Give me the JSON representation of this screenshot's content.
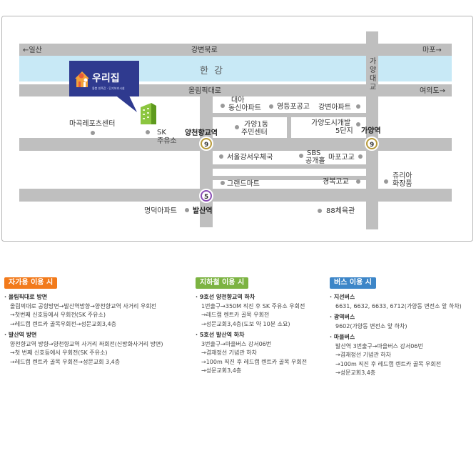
{
  "map": {
    "directions": {
      "west": "←일산",
      "east_top": "마포→",
      "east_mid": "여의도→"
    },
    "roads": {
      "north": "강변북로",
      "olympic": "올림픽대로",
      "river": "한 강",
      "gayang_bridge": "가양대교"
    },
    "brand": {
      "name": "우리집",
      "subtitle": "용봉 친족간 · 단기보호시설"
    },
    "places": [
      {
        "id": "magok",
        "label": "마곡레포츠센터"
      },
      {
        "id": "sk1",
        "label": "SK"
      },
      {
        "id": "sk2",
        "label": "주유소"
      },
      {
        "id": "daea1",
        "label": "대아"
      },
      {
        "id": "daea2",
        "label": "동신아파트"
      },
      {
        "id": "yeongdeungpo",
        "label": "영등포공고"
      },
      {
        "id": "gangbyeon",
        "label": "강변아파트"
      },
      {
        "id": "gayang1a",
        "label": "가양1동"
      },
      {
        "id": "gayang1b",
        "label": "주민센터"
      },
      {
        "id": "gayangdosi1",
        "label": "가양도시개발"
      },
      {
        "id": "gayangdosi2",
        "label": "5단지"
      },
      {
        "id": "post",
        "label": "서울강서우체국"
      },
      {
        "id": "sbs1",
        "label": "SBS"
      },
      {
        "id": "sbs2",
        "label": "공개홀"
      },
      {
        "id": "mapo_hs",
        "label": "마포고교"
      },
      {
        "id": "grand",
        "label": "그랜드마트"
      },
      {
        "id": "kyungbok",
        "label": "경복고교"
      },
      {
        "id": "jurea1",
        "label": "쥬리아"
      },
      {
        "id": "jurea2",
        "label": "화장품"
      },
      {
        "id": "myungduk",
        "label": "명덕아파트"
      },
      {
        "id": "gym88",
        "label": "88체육관"
      }
    ],
    "stations": {
      "yangcheon": {
        "label": "양천향교역",
        "line": "9",
        "color": "#b89a3a"
      },
      "gayang": {
        "label": "가양역",
        "line": "9",
        "color": "#b89a3a"
      },
      "balsan": {
        "label": "발산역",
        "line": "5",
        "color": "#8a4fb5"
      }
    },
    "colors": {
      "road": "#bfbfbf",
      "river": "#c8e9f6",
      "brand": "#2f3a8f"
    }
  },
  "car": {
    "title": "자가용 이용 시",
    "color": "#f27a1b",
    "items": [
      {
        "title": "올림픽대로 방면",
        "lines": [
          "올림픽대로 공항방면→발산역방향→양천향교역 사거리 우회전",
          "→첫번째 신호등에서 우회전(SK 주유소)",
          "→레드캡 렌트카 골목우회전→성문교회3,4층"
        ]
      },
      {
        "title": "발산역 방면",
        "lines": [
          "양천향교역 방향→양천향교역 사거리 좌회전(신방화사거리 방면)",
          "→첫 번째 신호등에서 우회전(SK 주유소)",
          "→레드캡 렌트카 골목 우회전→성문교회 3,4층"
        ]
      }
    ]
  },
  "subway": {
    "title": "지하철 이용 시",
    "color": "#7cb342",
    "items": [
      {
        "title": "9호선 양천향교역 하차",
        "lines": [
          "1번출구→350M 직진 후 SK 주유소 우회전",
          "→레드캡 렌트카 골목 우회전",
          "→성문교회3,4층(도보 약 10분 소요)"
        ]
      },
      {
        "title": "5호선 발산역 하차",
        "lines": [
          "3번출구→마을버스 강서06번",
          "→겸재정선 기념관 하차",
          "→100m 직진 후 레드캡 렌트카 골목 우회전",
          "→성문교회3,4층"
        ]
      }
    ]
  },
  "bus": {
    "title": "버스 이용 시",
    "color": "#3d86c8",
    "items": [
      {
        "title": "지선버스",
        "lines": [
          "6631, 6632, 6633, 6712(가양동 변전소 앞 하차)"
        ]
      },
      {
        "title": "광역버스",
        "lines": [
          "9602(가양동 변전소 앞 하차)"
        ]
      },
      {
        "title": "마을버스",
        "lines": [
          "발산역 3번출구→마을버스 강서06번",
          "→겸재정선 기념관 하차",
          "→100m 직진 후 레드캡 렌트카 골목 우회전",
          "→성문교회3,4층"
        ]
      }
    ]
  }
}
